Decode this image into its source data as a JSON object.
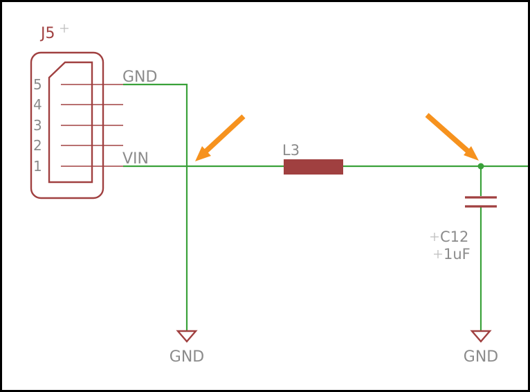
{
  "colors": {
    "background": "#ffffff",
    "border": "#000000",
    "symbol": "#a04040",
    "net": "#3aa13a",
    "text": "#8b8b8b",
    "origin": "#bebebe",
    "arrow": "#f6921e"
  },
  "connector": {
    "designator": "J5",
    "pin_numbers": [
      "5",
      "4",
      "3",
      "2",
      "1"
    ],
    "pin_labels": {
      "gnd": "GND",
      "vin": "VIN"
    }
  },
  "inductor": {
    "designator": "L3"
  },
  "capacitor": {
    "designator": "C12",
    "value": "1uF"
  },
  "grounds": {
    "left_label": "GND",
    "right_label": "GND"
  }
}
